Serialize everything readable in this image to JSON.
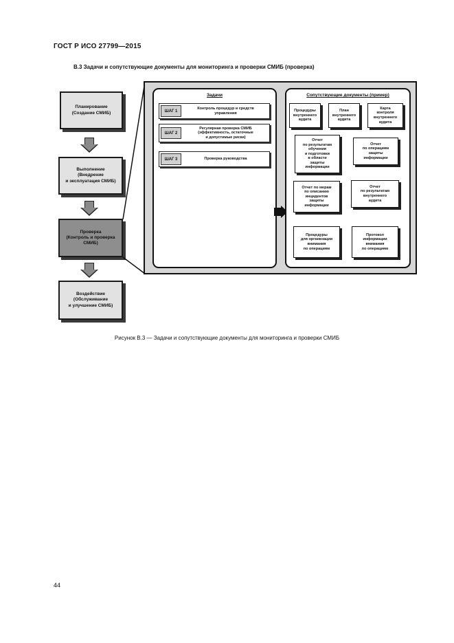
{
  "page": {
    "header": "ГОСТ Р ИСО 27799—2015",
    "section_title": "В.3 Задачи и сопутствующие документы для мониторинга и проверки СМИБ (проверка)",
    "caption": "Рисунок В.3 — Задачи и сопутствующие документы для мониторинга и проверки СМИБ",
    "page_number": "44"
  },
  "phases": [
    {
      "label": "Планирование\n(Создание СМИБ)"
    },
    {
      "label": "Выполнение\n(Внедрение\nи эксплуатация СМИБ)"
    },
    {
      "label": "Проверка\n(Контроль и проверка\nСМИБ)"
    },
    {
      "label": "Воздействие\n(Обслуживание\nи улучшение СМИБ)"
    }
  ],
  "tasks": {
    "title": "Задачи",
    "steps": [
      {
        "label": "ШАГ 1",
        "text": "Контроль процедур и средств\nуправления"
      },
      {
        "label": "ШАГ 2",
        "text": "Регулярная проверка СМИБ\n(эффективность, остаточные\nи допустимые риски)"
      },
      {
        "label": "ШАГ 3",
        "text": "Проверка руководства"
      }
    ]
  },
  "documents": {
    "title": "Сопутствующие документы (пример)",
    "items": [
      {
        "text": "Процедуры\nвнутреннего\nаудита"
      },
      {
        "text": "План\nвнутреннего\nаудита"
      },
      {
        "text": "Карта\nконтроля\nвнутреннего\nаудита"
      },
      {
        "text": "Отчет\nпо результатам\nобучения\nи подготовки\nв области\nзащиты\nинформации"
      },
      {
        "text": "Отчет\nпо операциям\nзащиты\nинформации"
      },
      {
        "text": "Отчет по мерам\nпо описанию\nинцидентов\nзащиты\nинформации"
      },
      {
        "text": "Отчет\nпо результатам\nвнутреннего\nаудита"
      },
      {
        "text": "Процедуры\nдля организации\nвнимания\nпо операциям"
      },
      {
        "text": "Протокол\nинформации\nвнимания\nпо операциям"
      }
    ]
  }
}
